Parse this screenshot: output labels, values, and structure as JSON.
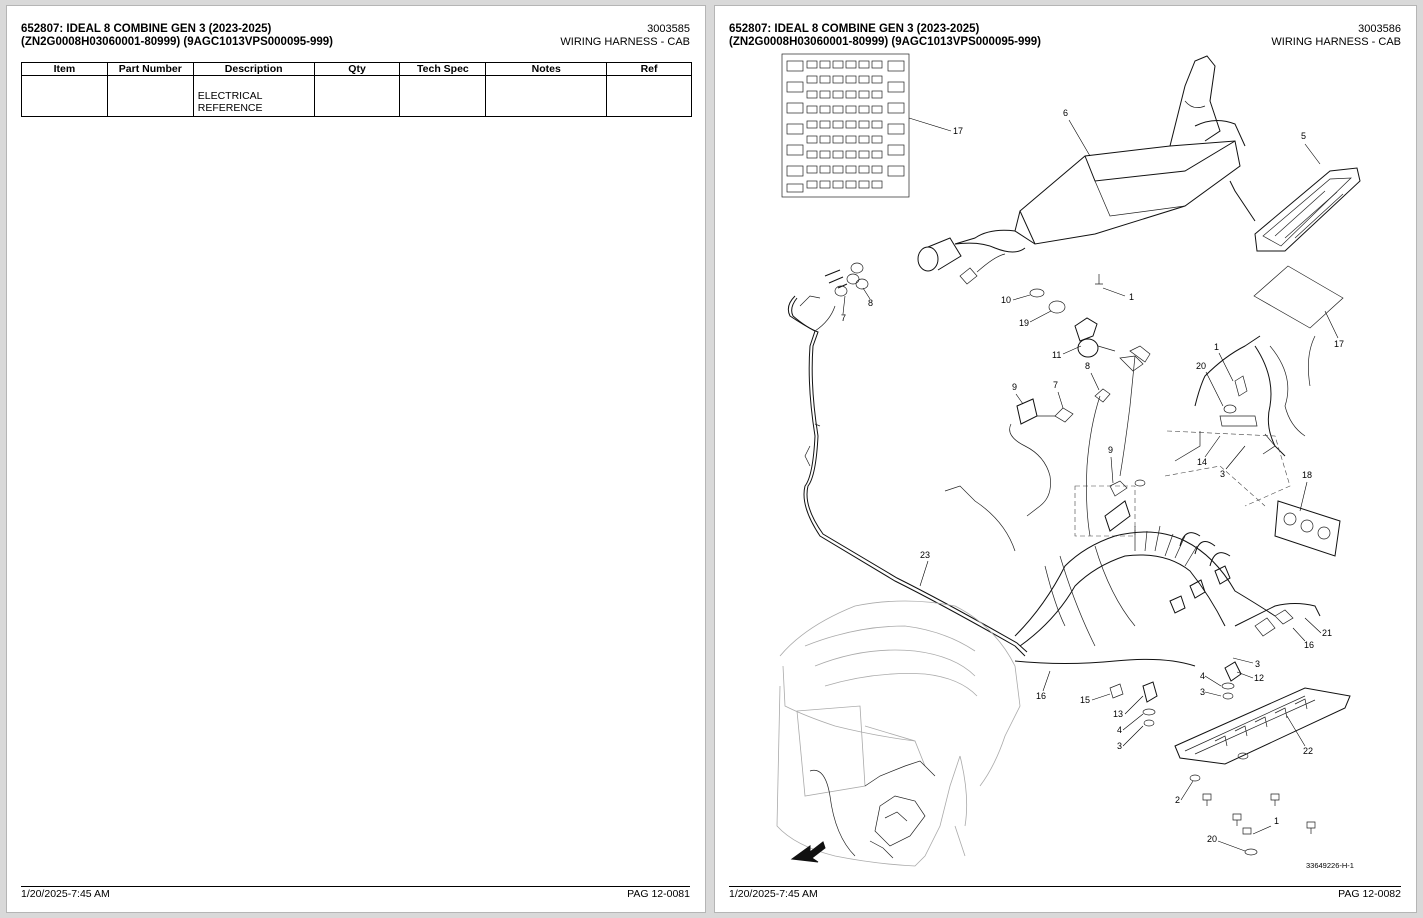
{
  "left_page": {
    "title_line1": "652807: IDEAL 8 COMBINE GEN 3 (2023-2025)",
    "title_line2": "(ZN2G0008H03060001-80999) (9AGC1013VPS000095-999)",
    "doc_number": "3003585",
    "section": "WIRING HARNESS - CAB",
    "table": {
      "headers": [
        "Item",
        "Part Number",
        "Description",
        "Qty",
        "Tech Spec",
        "Notes",
        "Ref"
      ],
      "rows": [
        {
          "item": "",
          "part_number": "",
          "description": "ELECTRICAL REFERENCE",
          "qty": "",
          "tech_spec": "",
          "notes": "",
          "ref": ""
        }
      ]
    },
    "footer_date": "1/20/2025-7:45 AM",
    "footer_page": "PAG 12-0081"
  },
  "right_page": {
    "title_line1": "652807: IDEAL 8 COMBINE GEN 3 (2023-2025)",
    "title_line2": "(ZN2G0008H03060001-80999) (9AGC1013VPS000095-999)",
    "doc_number": "3003586",
    "section": "WIRING HARNESS - CAB",
    "diagram": {
      "callouts": [
        "17",
        "6",
        "5",
        "1",
        "10",
        "19",
        "17",
        "11",
        "1",
        "20",
        "8",
        "7",
        "8",
        "7",
        "9",
        "9",
        "14",
        "3",
        "18",
        "23",
        "21",
        "16",
        "3",
        "12",
        "4",
        "3",
        "16",
        "15",
        "13",
        "4",
        "3",
        "22",
        "2",
        "1",
        "20"
      ],
      "drawing_id": "33649226-H-1"
    },
    "footer_date": "1/20/2025-7:45 AM",
    "footer_page": "PAG 12-0082"
  }
}
